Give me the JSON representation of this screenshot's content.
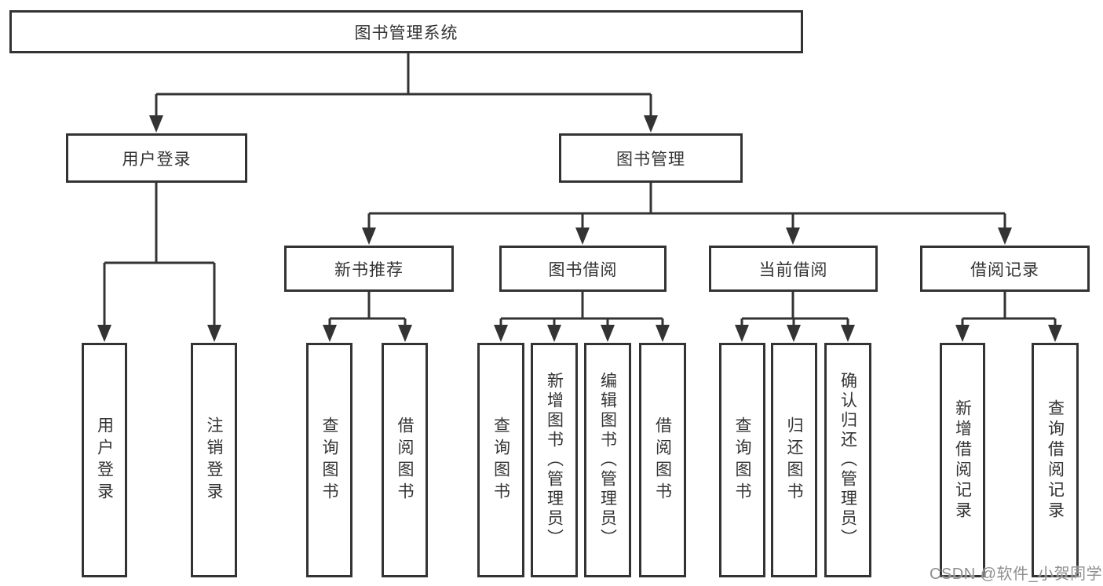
{
  "diagram": {
    "type": "hierarchy-tree",
    "title": "图书管理系统",
    "colors": {
      "line": "#333333",
      "text": "#333333",
      "box_background": "#ffffff",
      "page_background": "#ffffff",
      "watermark": "#8f8f8f"
    },
    "watermark": {
      "text": "CSDN @软件_小贺同学"
    },
    "nodes": [
      {
        "id": "root",
        "label": "图书管理系统",
        "level": 1,
        "parent": null
      },
      {
        "id": "user-login",
        "label": "用户登录",
        "level": 2,
        "parent": "root"
      },
      {
        "id": "book-management",
        "label": "图书管理",
        "level": 2,
        "parent": "root"
      },
      {
        "id": "new-book-recommend",
        "label": "新书推荐",
        "level": 3,
        "parent": "book-management"
      },
      {
        "id": "book-borrowing",
        "label": "图书借阅",
        "level": 3,
        "parent": "book-management"
      },
      {
        "id": "current-borrowing",
        "label": "当前借阅",
        "level": 3,
        "parent": "book-management"
      },
      {
        "id": "borrowing-records",
        "label": "借阅记录",
        "level": 3,
        "parent": "book-management"
      },
      {
        "id": "leaf-user-login",
        "label": "用户登录",
        "level": 4,
        "parent": "user-login"
      },
      {
        "id": "leaf-logout",
        "label": "注销登录",
        "level": 4,
        "parent": "user-login"
      },
      {
        "id": "leaf-query-book-recommend",
        "label": "查询图书",
        "level": 4,
        "parent": "new-book-recommend"
      },
      {
        "id": "leaf-borrow-book-recommend",
        "label": "借阅图书",
        "level": 4,
        "parent": "new-book-recommend"
      },
      {
        "id": "leaf-query-book-borrow",
        "label": "查询图书",
        "level": 4,
        "parent": "book-borrowing"
      },
      {
        "id": "leaf-add-book-admin",
        "label": "新增图书（管理员）",
        "level": 4,
        "parent": "book-borrowing"
      },
      {
        "id": "leaf-edit-book-admin",
        "label": "编辑图书（管理员）",
        "level": 4,
        "parent": "book-borrowing"
      },
      {
        "id": "leaf-borrow-book",
        "label": "借阅图书",
        "level": 4,
        "parent": "book-borrowing"
      },
      {
        "id": "leaf-query-book-current",
        "label": "查询图书",
        "level": 4,
        "parent": "current-borrowing"
      },
      {
        "id": "leaf-return-book",
        "label": "归还图书",
        "level": 4,
        "parent": "current-borrowing"
      },
      {
        "id": "leaf-confirm-return-admin",
        "label": "确认归还（管理员）",
        "level": 4,
        "parent": "current-borrowing"
      },
      {
        "id": "leaf-add-borrow-record",
        "label": "新增借阅记录",
        "level": 4,
        "parent": "borrowing-records"
      },
      {
        "id": "leaf-query-borrow-record",
        "label": "查询借阅记录",
        "level": 4,
        "parent": "borrowing-records"
      }
    ]
  }
}
